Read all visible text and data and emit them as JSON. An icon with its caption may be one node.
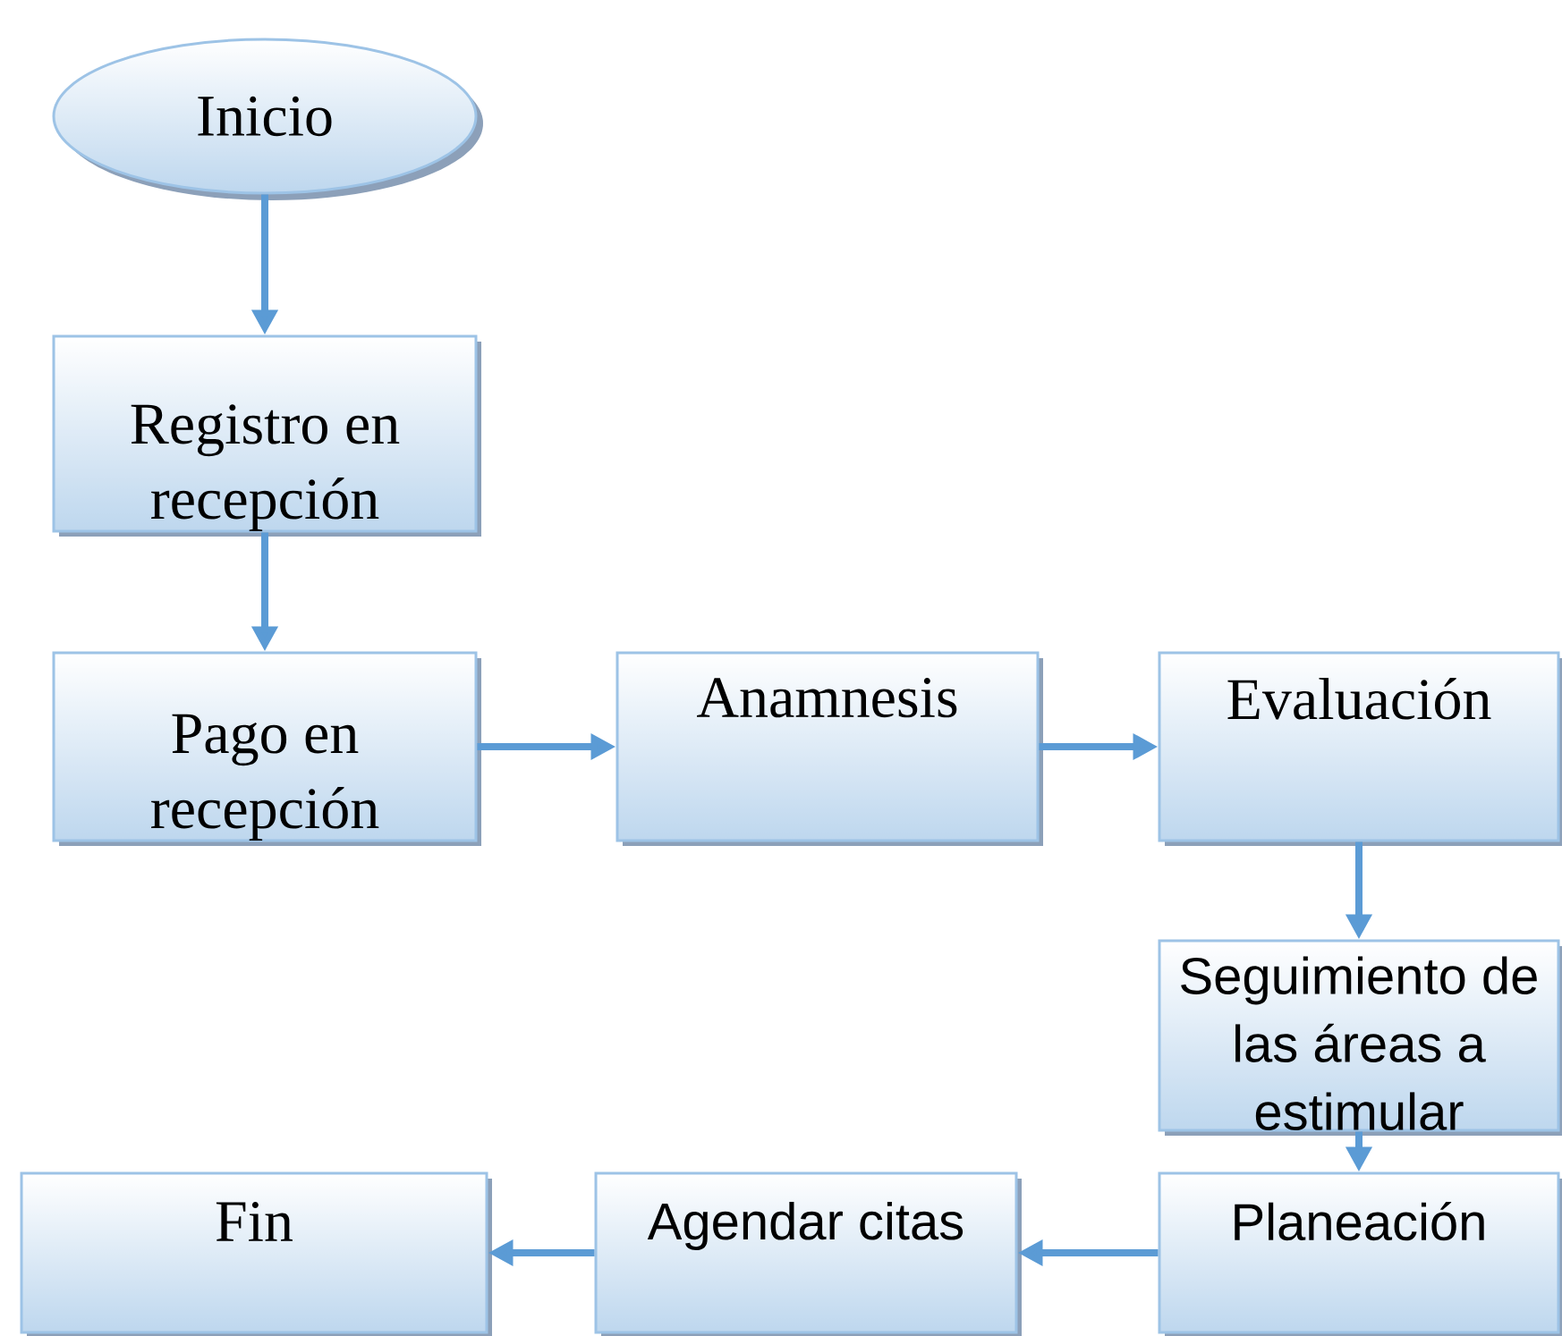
{
  "diagram": {
    "nodes": [
      {
        "text": [
          "Inicio"
        ]
      },
      {
        "text": [
          "Registro en recepción"
        ]
      },
      {
        "text": [
          "Pago en recepción"
        ]
      },
      {
        "text": [
          "Anamnesis"
        ]
      },
      {
        "text": [
          "Evaluación"
        ]
      },
      {
        "text": [
          "Seguimiento de las áreas a estimular"
        ]
      },
      {
        "text": [
          "Planeación"
        ]
      },
      {
        "text": [
          "Agendar citas"
        ]
      },
      {
        "text": [
          "Fin"
        ]
      }
    ],
    "edges": [
      {
        "from": 0,
        "to": 1,
        "arrow": "to"
      },
      {
        "from": 1,
        "to": 2,
        "arrow": "to"
      },
      {
        "from": 2,
        "to": 3,
        "arrow": "to"
      },
      {
        "from": 3,
        "to": 4,
        "arrow": "to"
      },
      {
        "from": 4,
        "to": 5,
        "arrow": "to"
      },
      {
        "from": 5,
        "to": 6,
        "arrow": "to"
      },
      {
        "from": 6,
        "to": 7,
        "arrow": "to"
      },
      {
        "from": 7,
        "to": 8,
        "arrow": "to"
      }
    ]
  }
}
